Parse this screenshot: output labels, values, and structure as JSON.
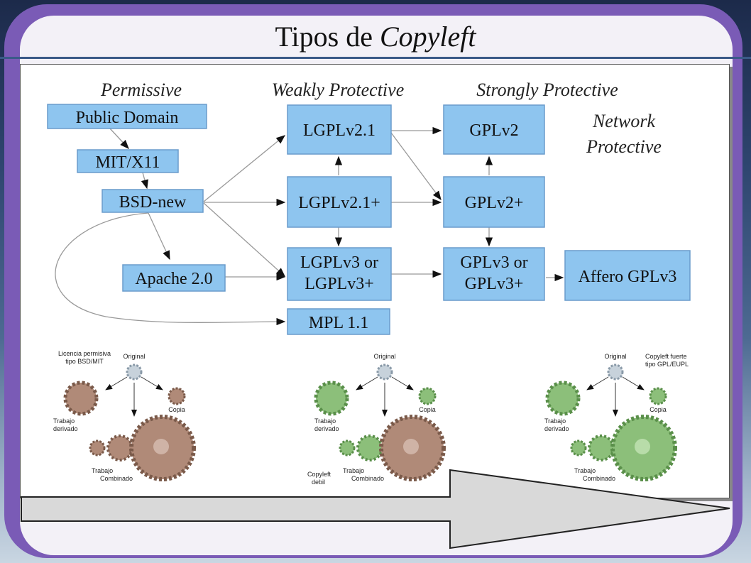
{
  "title": {
    "prefix": "Tipos de ",
    "emph": "Copyleft"
  },
  "columns": {
    "permissive": "Permissive",
    "weak": "Weakly Protective",
    "strong": "Strongly Protective",
    "network_1": "Network",
    "network_2": "Protective"
  },
  "nodes": {
    "public_domain": "Public Domain",
    "mit": "MIT/X11",
    "bsd": "BSD-new",
    "apache": "Apache 2.0",
    "lgpl21": "LGPLv2.1",
    "lgpl21plus": "LGPLv2.1+",
    "lgpl3_1": "LGPLv3 or",
    "lgpl3_2": "LGPLv3+",
    "mpl": "MPL 1.1",
    "gplv2": "GPLv2",
    "gplv2plus": "GPLv2+",
    "gpl3_1": "GPLv3 or",
    "gpl3_2": "GPLv3+",
    "affero": "Affero GPLv3"
  },
  "gears": {
    "panel1": {
      "lic_1": "Licencia permisiva",
      "lic_2": "tipo BSD/MIT",
      "original": "Original",
      "copia": "Copia",
      "derivado_1": "Trabajo",
      "derivado_2": "derivado",
      "combinado_1": "Trabajo",
      "combinado_2": "Combinado"
    },
    "panel2": {
      "original": "Original",
      "copia": "Copia",
      "derivado_1": "Trabajo",
      "derivado_2": "derivado",
      "combinado_1": "Trabajo",
      "combinado_2": "Combinado",
      "debil_1": "Copyleft",
      "debil_2": "debil"
    },
    "panel3": {
      "lic_1": "Copyleft fuerte",
      "lic_2": "tipo GPL/EUPL",
      "original": "Original",
      "copia": "Copia",
      "derivado_1": "Trabajo",
      "derivado_2": "derivado",
      "combinado_1": "Trabajo",
      "combinado_2": "Combinado"
    }
  },
  "colors": {
    "box": "#8ec5ef",
    "frame": "#7a5bb6",
    "brown_gear": "#b08a78",
    "green_gear": "#8cbf7a",
    "grey_gear": "#c7d2db"
  }
}
